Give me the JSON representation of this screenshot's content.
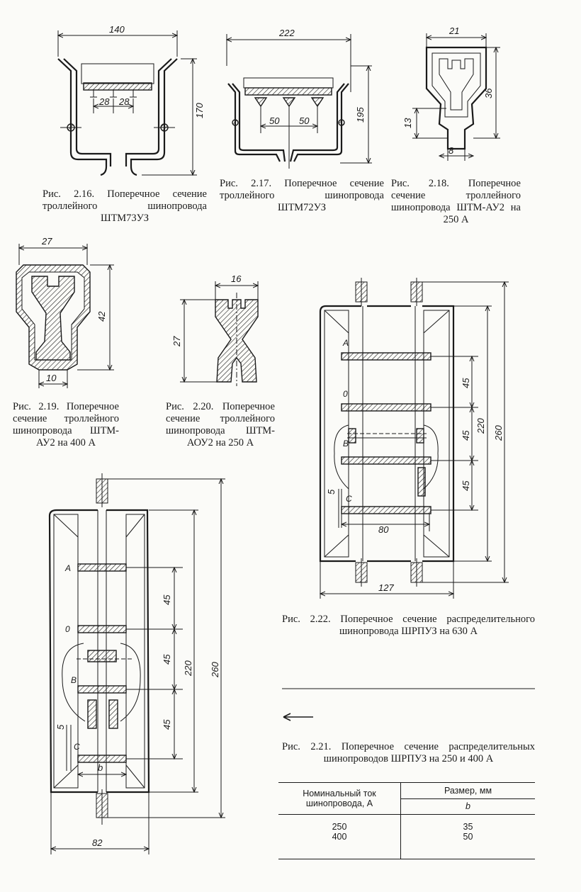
{
  "figures": {
    "fig216": {
      "caption": "Рис. 2.16. Поперечное сечение троллейного шинопровода ШТМ73УЗ",
      "dims": {
        "width": "140",
        "height": "170",
        "pitch_a": "28",
        "pitch_b": "28"
      }
    },
    "fig217": {
      "caption": "Рис. 2.17. Поперечное сечение троллейного шинопровода ШТМ72УЗ",
      "dims": {
        "width": "222",
        "height": "195",
        "pitch_a": "50",
        "pitch_b": "50"
      }
    },
    "fig218": {
      "caption": "Рис. 2.18. Поперечное сечение троллейного шинопровода ШТМ-АУ2 на 250 А",
      "dims": {
        "width": "21",
        "height": "36",
        "lower": "13",
        "base": "8"
      }
    },
    "fig219": {
      "caption": "Рис. 2.19. Поперечное сечение троллейного шинопровода ШТМ-АУ2 на 400 А",
      "dims": {
        "width": "27",
        "height": "42",
        "base": "10"
      }
    },
    "fig220": {
      "caption": "Рис. 2.20. Поперечное сечение троллейного шинопровода ШТМ-АОУ2 на 250 А",
      "dims": {
        "width": "16",
        "height": "27"
      }
    },
    "fig222": {
      "caption": "Рис. 2.22. Поперечное сечение распределительного шинопровода ШРПУЗ на 630 А",
      "dims": {
        "height_total": "260",
        "height_inner": "220",
        "step1": "45",
        "step2": "45",
        "step3": "45",
        "gap": "5",
        "inner_width": "80",
        "width": "127"
      },
      "phases": [
        "A",
        "0",
        "B",
        "C"
      ]
    },
    "fig221": {
      "caption": "Рис. 2.21. Поперечное сечение распределительных шинопроводов ШРПУЗ на 250 и 400 А",
      "dims": {
        "height_total": "260",
        "height_inner": "220",
        "step1": "45",
        "step2": "45",
        "step3": "45",
        "gap": "5",
        "inner_width": "b",
        "width": "82"
      },
      "phases": [
        "A",
        "0",
        "B",
        "C"
      ]
    }
  },
  "table": {
    "col1_header": "Номинальный ток шинопровода, А",
    "col2_header": "Размер, мм",
    "col2_sub": "b",
    "rows": [
      {
        "current": "250",
        "b": "35"
      },
      {
        "current": "400",
        "b": "50"
      }
    ]
  }
}
